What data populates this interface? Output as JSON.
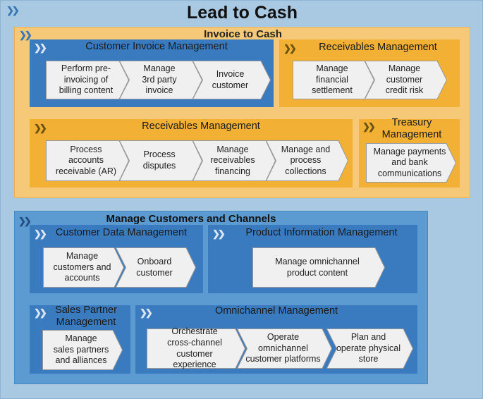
{
  "main_title": "Lead to Cash",
  "invoice_to_cash": {
    "title": "Invoice to Cash",
    "customer_invoice": {
      "title": "Customer Invoice Management",
      "steps": [
        "Perform pre-\ninvoicing of\nbilling content",
        "Manage\n3rd party\ninvoice",
        "Invoice\ncustomer"
      ]
    },
    "receivables_top": {
      "title": "Receivables Management",
      "steps": [
        "Manage\nfinancial\nsettlement",
        "Manage\ncustomer\ncredit risk"
      ]
    },
    "receivables_bottom": {
      "title": "Receivables Management",
      "steps": [
        "Process\naccounts\nreceivable (AR)",
        "Process\ndisputes",
        "Manage\nreceivables\nfinancing",
        "Manage and\nprocess\ncollections"
      ]
    },
    "treasury": {
      "title": "Treasury\nManagement",
      "steps": [
        "Manage payments\nand bank\ncommunications"
      ]
    }
  },
  "customers_channels": {
    "title": "Manage Customers and Channels",
    "customer_data": {
      "title": "Customer Data Management",
      "steps": [
        "Manage\ncustomers and\naccounts",
        "Onboard\ncustomer"
      ]
    },
    "product_info": {
      "title": "Product Information Management",
      "steps": [
        "Manage omnichannel\nproduct content"
      ]
    },
    "sales_partner": {
      "title": "Sales Partner\nManagement",
      "steps": [
        "Manage\nsales partners\nand alliances"
      ]
    },
    "omnichannel": {
      "title": "Omnichannel Management",
      "steps": [
        "Orchestrate\ncross-channel\ncustomer experience",
        "Operate\nomnichannel\ncustomer platforms",
        "Plan and\noperate physical\nstore"
      ]
    }
  },
  "colors": {
    "canvas": "#a9c9e3",
    "orange_outer": "#f6c979",
    "orange_box": "#f2b134",
    "blue_outer": "#5b9bd1",
    "blue_box": "#3a7bbf",
    "step_fill": "#f0f0f0"
  },
  "icons": [
    "chevron-double-right-icon"
  ]
}
